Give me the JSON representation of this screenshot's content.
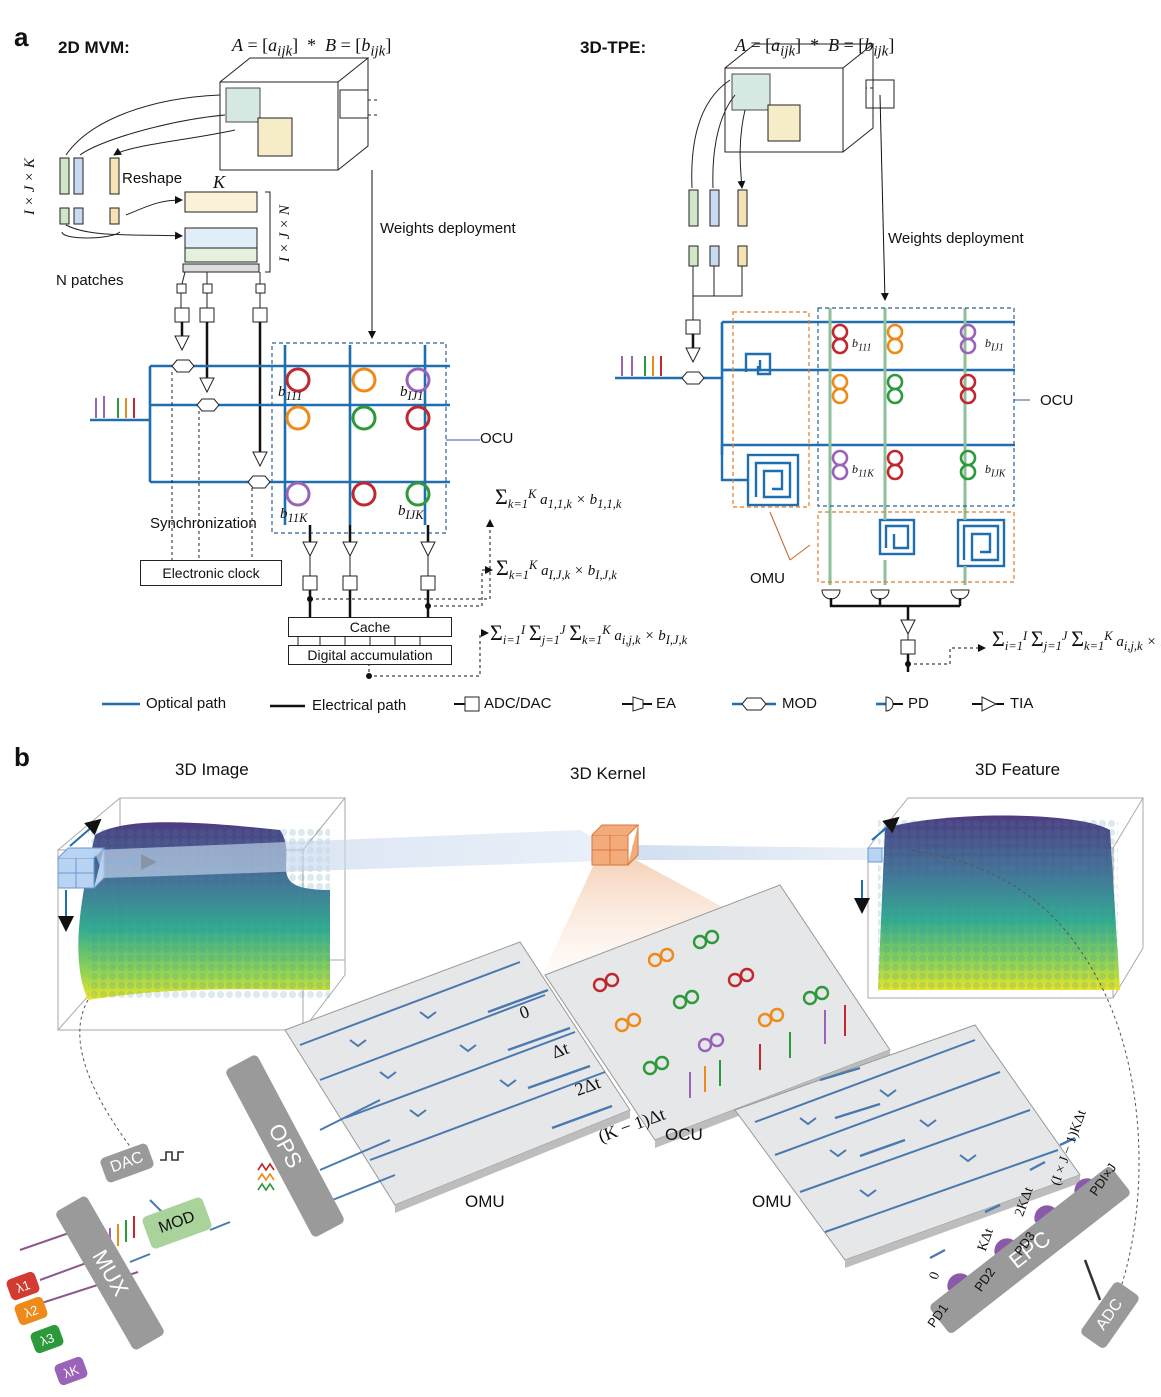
{
  "panel_a": {
    "label": "a",
    "left": {
      "title": "2D MVM:",
      "equation": "A = [a_ijk] * B = [b_ijk]",
      "reshape": "Reshape",
      "k_label": "K",
      "ijk_label": "I × J × K",
      "ijn_label": "I × J × N",
      "n_patches": "N patches",
      "weights": "Weights deployment",
      "ocu": "OCU",
      "sync": "Synchronization",
      "clock": "Electronic clock",
      "cache": "Cache",
      "accum": "Digital accumulation",
      "b111": "b111",
      "bij1": "bIJ1",
      "b11k": "b11K",
      "bijk": "bIJK",
      "sum1": "Σ a1,1,k × b1,1,k",
      "sum2": "Σ aI,J,k × bI,J,k",
      "sum3": "Σ Σ Σ ai,j,k × bI,J,k",
      "ellipsis": "⋯",
      "vdots": "⋮"
    },
    "right": {
      "title": "3D-TPE:",
      "equation": "A = [a_ijk] * B = [b_ijk]",
      "weights": "Weights deployment",
      "ocu": "OCU",
      "omu": "OMU",
      "b111": "b111",
      "bij1": "bIJ1",
      "b11k": "b11K",
      "bijk": "bIJK",
      "sum": "Σ Σ Σ ai,j,k × bi,j,k"
    },
    "legend": [
      {
        "label": "Optical path"
      },
      {
        "label": "Electrical path"
      },
      {
        "label": "ADC/DAC"
      },
      {
        "label": "EA"
      },
      {
        "label": "MOD"
      },
      {
        "label": "PD"
      },
      {
        "label": "TIA"
      }
    ]
  },
  "panel_b": {
    "label": "b",
    "image_title": "3D Image",
    "kernel_title": "3D Kernel",
    "feature_title": "3D Feature",
    "dac": "DAC",
    "mod": "MOD",
    "mux": "MUX",
    "ops": "OPS",
    "omu_left": "OMU",
    "omu_right": "OMU",
    "ocu": "OCU",
    "epc": "EPC",
    "adc": "ADC",
    "lambdas": [
      "λ1",
      "λ2",
      "λ3",
      "λK"
    ],
    "delays_left": [
      "0",
      "Δt",
      "2Δt",
      "(K − 1)Δt"
    ],
    "delays_right": [
      "0",
      "KΔt",
      "2KΔt",
      "(I × J − 1)KΔt"
    ],
    "pds": [
      "PD1",
      "PD2",
      "PD3",
      "PDI×J"
    ]
  },
  "colors": {
    "optical": "#1f6fb0",
    "electrical": "#111111",
    "ring_red": "#c0282e",
    "ring_orange": "#ee8a1a",
    "ring_green": "#2c9a3a",
    "ring_purple": "#9a63b8",
    "omu_border": "#e07a2a",
    "ocu_border": "#2a5f9e",
    "chip_gray": "#9a9a9a",
    "mod_green": "#a9d39a"
  }
}
